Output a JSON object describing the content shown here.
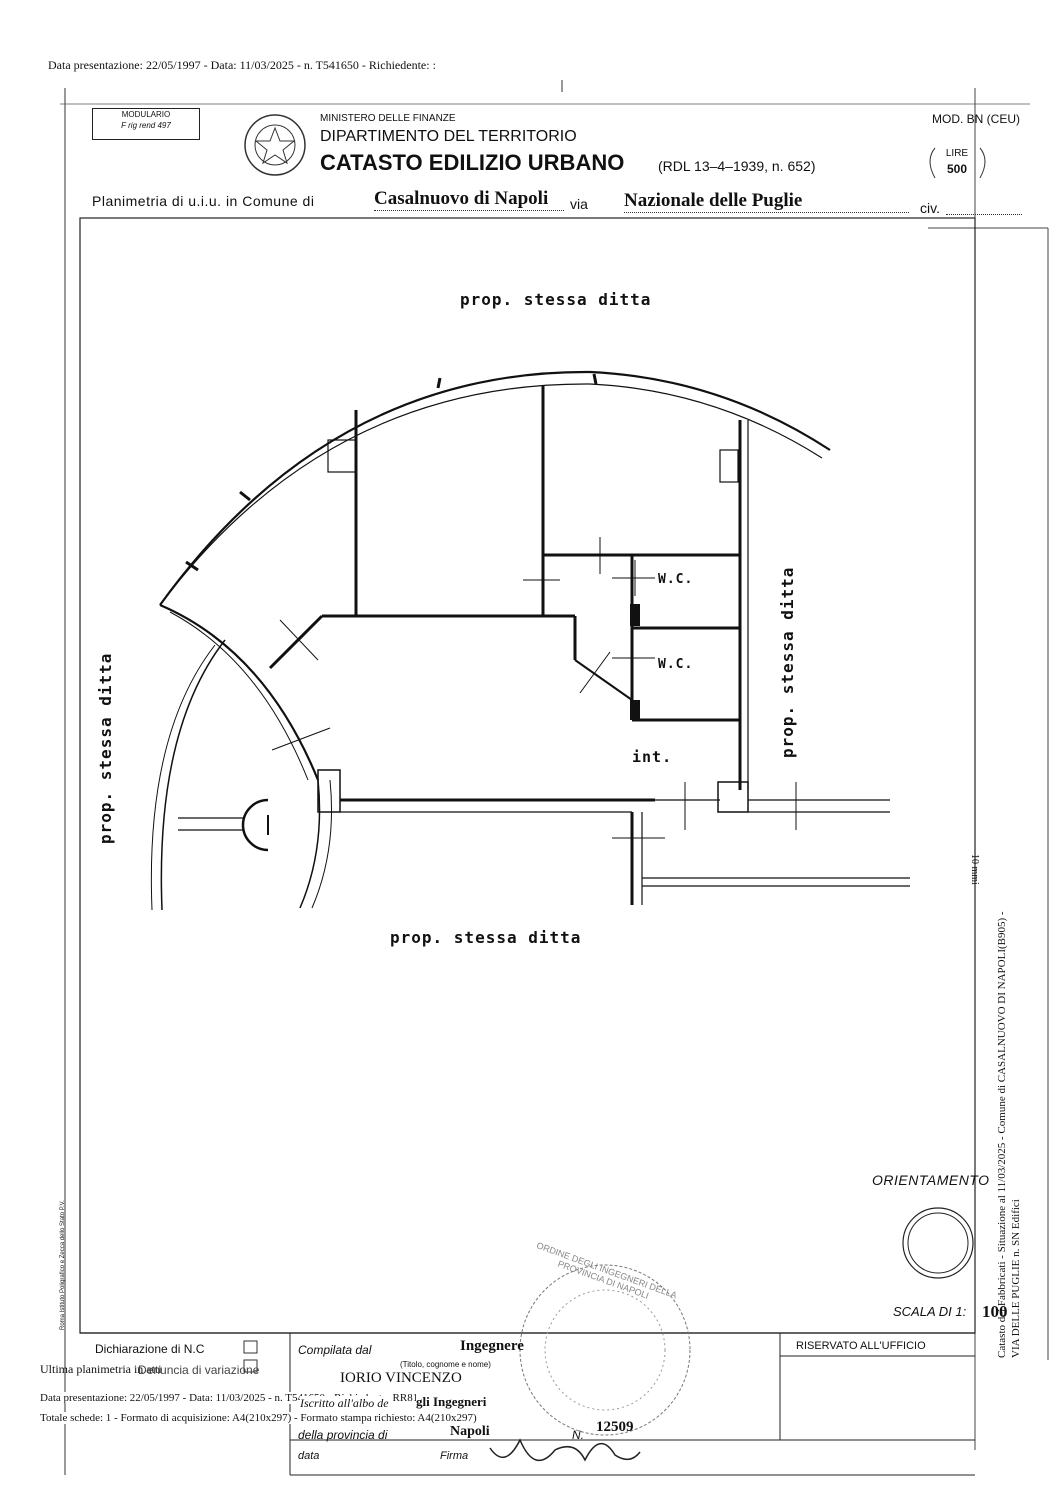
{
  "header_line": "Data presentazione: 22/05/1997 - Data: 11/03/2025 - n. T541650 - Richiedente: :",
  "modulario": {
    "line1": "MODULARIO",
    "line2": "F  rig  rend  497"
  },
  "ministry": "MINISTERO DELLE FINANZE",
  "department": "DIPARTIMENTO DEL TERRITORIO",
  "catasto_title": "CATASTO EDILIZIO URBANO",
  "catasto_law": "(RDL 13–4–1939, n. 652)",
  "mod_code": "MOD. BN (CEU)",
  "price": {
    "label": "LIRE",
    "value": "500"
  },
  "planimetria": {
    "prefix": "Planimetria di u.i.u. in Comune di",
    "comune": "Casalnuovo di Napoli",
    "via_label": "via",
    "via": "Nazionale delle Puglie",
    "civ_label": "civ."
  },
  "plan_labels": {
    "top": "prop. stessa ditta",
    "left": "prop. stessa ditta",
    "right": "prop. stessa ditta",
    "bottom": "prop. stessa ditta",
    "wc1": "W.C.",
    "wc2": "W.C.",
    "int": "int."
  },
  "orientation_label": "ORIENTAMENTO",
  "scale": {
    "label": "SCALA DI 1:",
    "value": "100"
  },
  "side_stamp": {
    "line1": "Catasto dei Fabbricati - Situazione al 11/03/2025 - Comune di CASALNUOVO DI NAPOLI(B905) -",
    "line2": "VIA DELLE PUGLIE n. SN  Edifici",
    "line3": "10 mmi"
  },
  "left_margin_print": "Roma  Istituto Poligrafico e Zecca dello Stato  P.V.",
  "footer": {
    "dichiarazione_nc": "Dichiarazione di N.C",
    "ultima_planimetria": "Ultima planimetria in atti",
    "denuncia_variazione": "Denuncia di variazione",
    "data_presentazione": "Data presentazione: 22/05/1997 - Data: 11/03/2025 - n. T541650 - Richiedente: RR81D13H892Y",
    "totale": "Totale schede: 1 - Formato di acquisizione: A4(210x297) - Formato stampa richiesto: A4(210x297)",
    "compilata_dal": "Compilata dal",
    "qualifica": "Ingegnere",
    "titolo_hint": "(Titolo, cognome e nome)",
    "nome": "IORIO VINCENZO",
    "iscritto": "Iscritto all'albo de",
    "albo": "gli Ingegneri",
    "provincia_label": "della provincia di",
    "provincia": "Napoli",
    "numero_label": "N.",
    "numero": "12509",
    "data_label": "data",
    "firma_label": "Firma",
    "riservato": "RISERVATO ALL'UFFICIO"
  },
  "stamp_text": "ORDINE DEGLI INGEGNERI DELLA PROVINCIA DI NAPOLI"
}
